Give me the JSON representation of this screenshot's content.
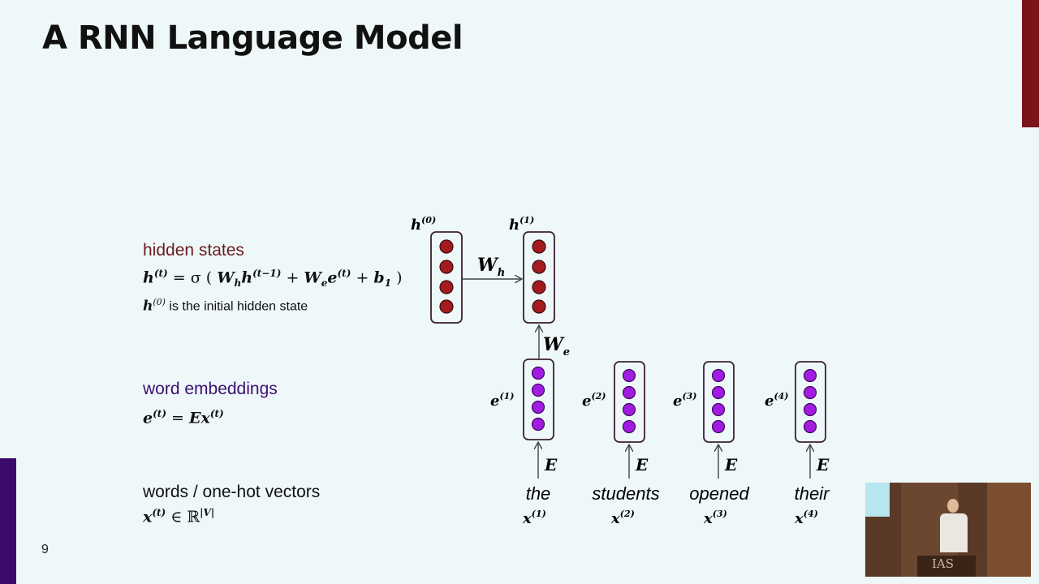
{
  "slide": {
    "title": "A RNN Language Model",
    "page_number": "9"
  },
  "labels": {
    "hidden": {
      "heading": "hidden states",
      "formula_lhs": "h",
      "formula_lhs_sup": "(t)",
      "formula_eq": " = σ ( ",
      "formula_wh": "W",
      "formula_wh_sub": "h",
      "formula_h": "h",
      "formula_h_sup": "(t−1)",
      "formula_plus1": " + ",
      "formula_we": "W",
      "formula_we_sub": "e",
      "formula_e": "e",
      "formula_e_sup": "(t)",
      "formula_plus2": " + ",
      "formula_b": "b",
      "formula_b_sub": "1",
      "formula_close": " )",
      "note_var": "h",
      "note_sup": "(0)",
      "note_text": " is the initial hidden state"
    },
    "embed": {
      "heading": "word embeddings",
      "formula_e": "e",
      "formula_e_sup": "(t)",
      "formula_eq": " = ",
      "formula_E": "E",
      "formula_x": "x",
      "formula_x_sup": "(t)"
    },
    "words": {
      "heading": "words / one-hot vectors",
      "formula_x": "x",
      "formula_x_sup": "(t)",
      "formula_in": " ∈ ℝ",
      "formula_in_sup": "|V|"
    }
  },
  "diagram": {
    "h0_label": "h(0)",
    "h1_label": "h(1)",
    "wh_label": "Wh",
    "we_label": "We",
    "columns": [
      {
        "word": "the",
        "x_label": "x(1)",
        "e_label": "e(1)",
        "E_label": "E"
      },
      {
        "word": "students",
        "x_label": "x(2)",
        "e_label": "e(2)",
        "E_label": "E"
      },
      {
        "word": "opened",
        "x_label": "x(3)",
        "e_label": "e(3)",
        "E_label": "E"
      },
      {
        "word": "their",
        "x_label": "x(4)",
        "e_label": "e(4)",
        "E_label": "E"
      }
    ]
  },
  "webcam": {
    "podium_text": "IAS"
  },
  "colors": {
    "hidden_dot": "#a41b1f",
    "embed_dot": "#a21be0",
    "box_stroke": "#3a1f35",
    "accent_maroon": "#7a1418",
    "accent_purple": "#3c0a6b",
    "background": "#eef8f9"
  }
}
